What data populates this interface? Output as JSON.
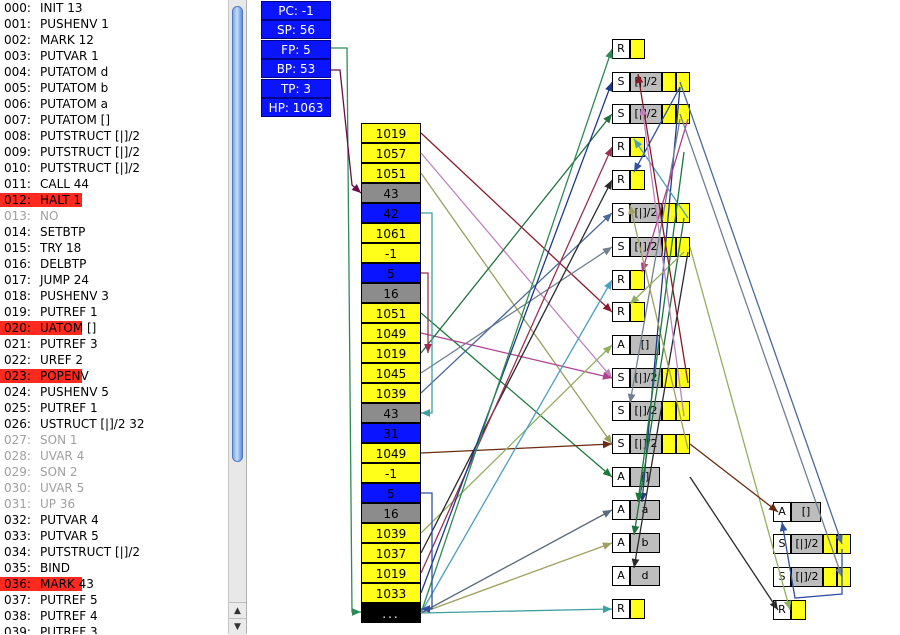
{
  "code": [
    {
      "num": "000:",
      "text": "INIT 13",
      "state": "normal"
    },
    {
      "num": "001:",
      "text": "PUSHENV 1",
      "state": "normal"
    },
    {
      "num": "002:",
      "text": "MARK 12",
      "state": "normal"
    },
    {
      "num": "003:",
      "text": "PUTVAR 1",
      "state": "normal"
    },
    {
      "num": "004:",
      "text": "PUTATOM d",
      "state": "normal"
    },
    {
      "num": "005:",
      "text": "PUTATOM b",
      "state": "normal"
    },
    {
      "num": "006:",
      "text": "PUTATOM a",
      "state": "normal"
    },
    {
      "num": "007:",
      "text": "PUTATOM []",
      "state": "normal"
    },
    {
      "num": "008:",
      "text": "PUTSTRUCT [|]/2",
      "state": "normal"
    },
    {
      "num": "009:",
      "text": "PUTSTRUCT [|]/2",
      "state": "normal"
    },
    {
      "num": "010:",
      "text": "PUTSTRUCT [|]/2",
      "state": "normal"
    },
    {
      "num": "011:",
      "text": "CALL 44",
      "state": "normal"
    },
    {
      "num": "012:",
      "text": "HALT 1",
      "state": "highlight"
    },
    {
      "num": "013:",
      "text": "NO",
      "state": "disabled"
    },
    {
      "num": "014:",
      "text": "SETBTP",
      "state": "normal"
    },
    {
      "num": "015:",
      "text": "TRY 18",
      "state": "normal"
    },
    {
      "num": "016:",
      "text": "DELBTP",
      "state": "normal"
    },
    {
      "num": "017:",
      "text": "JUMP 24",
      "state": "normal"
    },
    {
      "num": "018:",
      "text": "PUSHENV 3",
      "state": "normal"
    },
    {
      "num": "019:",
      "text": "PUTREF 1",
      "state": "normal"
    },
    {
      "num": "020:",
      "text": "UATOM []",
      "state": "highlight"
    },
    {
      "num": "021:",
      "text": "PUTREF 3",
      "state": "normal"
    },
    {
      "num": "022:",
      "text": "UREF 2",
      "state": "normal"
    },
    {
      "num": "023:",
      "text": "POPENV",
      "state": "highlight"
    },
    {
      "num": "024:",
      "text": "PUSHENV 5",
      "state": "normal"
    },
    {
      "num": "025:",
      "text": "PUTREF 1",
      "state": "normal"
    },
    {
      "num": "026:",
      "text": "USTRUCT [|]/2 32",
      "state": "normal"
    },
    {
      "num": "027:",
      "text": "SON 1",
      "state": "disabled"
    },
    {
      "num": "028:",
      "text": "UVAR 4",
      "state": "disabled"
    },
    {
      "num": "029:",
      "text": "SON 2",
      "state": "disabled"
    },
    {
      "num": "030:",
      "text": "UVAR 5",
      "state": "disabled"
    },
    {
      "num": "031:",
      "text": "UP 36",
      "state": "disabled"
    },
    {
      "num": "032:",
      "text": "PUTVAR 4",
      "state": "normal"
    },
    {
      "num": "033:",
      "text": "PUTVAR 5",
      "state": "normal"
    },
    {
      "num": "034:",
      "text": "PUTSTRUCT [|]/2",
      "state": "normal"
    },
    {
      "num": "035:",
      "text": "BIND",
      "state": "normal"
    },
    {
      "num": "036:",
      "text": "MARK 43",
      "state": "highlight"
    },
    {
      "num": "037:",
      "text": "PUTREF 5",
      "state": "normal"
    },
    {
      "num": "038:",
      "text": "PUTREF 4",
      "state": "normal"
    },
    {
      "num": "039:",
      "text": "PUTREF 3",
      "state": "normal"
    }
  ],
  "scrollbar": {
    "up_arrow": "▲",
    "down_arrow": "▼"
  },
  "registers": [
    "PC: -1",
    "SP: 56",
    "FP: 5",
    "BP: 53",
    "TP: 3",
    "HP: 1063"
  ],
  "stack": [
    {
      "value": "1019",
      "color": "yellow"
    },
    {
      "value": "1057",
      "color": "yellow"
    },
    {
      "value": "1051",
      "color": "yellow"
    },
    {
      "value": "43",
      "color": "gray"
    },
    {
      "value": "42",
      "color": "blue"
    },
    {
      "value": "1061",
      "color": "yellow"
    },
    {
      "value": "-1",
      "color": "yellow"
    },
    {
      "value": "5",
      "color": "blue"
    },
    {
      "value": "16",
      "color": "gray"
    },
    {
      "value": "1051",
      "color": "yellow"
    },
    {
      "value": "1049",
      "color": "yellow"
    },
    {
      "value": "1019",
      "color": "yellow"
    },
    {
      "value": "1045",
      "color": "yellow"
    },
    {
      "value": "1039",
      "color": "yellow"
    },
    {
      "value": "43",
      "color": "gray"
    },
    {
      "value": "31",
      "color": "blue"
    },
    {
      "value": "1049",
      "color": "yellow"
    },
    {
      "value": "-1",
      "color": "yellow"
    },
    {
      "value": "5",
      "color": "blue"
    },
    {
      "value": "16",
      "color": "gray"
    },
    {
      "value": "1039",
      "color": "yellow"
    },
    {
      "value": "1037",
      "color": "yellow"
    },
    {
      "value": "1019",
      "color": "yellow"
    },
    {
      "value": "1033",
      "color": "yellow"
    },
    {
      "value": "...",
      "color": "black"
    }
  ],
  "heap": [
    {
      "tag": "R",
      "label": "",
      "body": "yellow",
      "slots": 0
    },
    {
      "tag": "S",
      "label": "[|]/2",
      "body": "gray",
      "slots": 2
    },
    {
      "tag": "S",
      "label": "[|]/2",
      "body": "gray",
      "slots": 2
    },
    {
      "tag": "R",
      "label": "",
      "body": "yellow",
      "slots": 0
    },
    {
      "tag": "R",
      "label": "",
      "body": "yellow",
      "slots": 0
    },
    {
      "tag": "S",
      "label": "[|]/2",
      "body": "gray",
      "slots": 2
    },
    {
      "tag": "S",
      "label": "[|]/2",
      "body": "gray",
      "slots": 2
    },
    {
      "tag": "R",
      "label": "",
      "body": "yellow",
      "slots": 0
    },
    {
      "tag": "R",
      "label": "",
      "body": "yellow",
      "slots": 0
    },
    {
      "tag": "A",
      "label": "[]",
      "body": "gray",
      "slots": 0
    },
    {
      "tag": "S",
      "label": "[|]/2",
      "body": "gray",
      "slots": 2
    },
    {
      "tag": "S",
      "label": "[|]/2",
      "body": "gray",
      "slots": 2
    },
    {
      "tag": "S",
      "label": "[|]/2",
      "body": "gray",
      "slots": 2
    },
    {
      "tag": "A",
      "label": "[]",
      "body": "gray",
      "slots": 0
    },
    {
      "tag": "A",
      "label": "a",
      "body": "gray",
      "slots": 0
    },
    {
      "tag": "A",
      "label": "b",
      "body": "gray",
      "slots": 0
    },
    {
      "tag": "A",
      "label": "d",
      "body": "gray",
      "slots": 0
    },
    {
      "tag": "R",
      "label": "",
      "body": "yellow",
      "slots": 0
    }
  ],
  "heap_right": [
    {
      "tag": "A",
      "label": "[]",
      "body": "gray",
      "slots": 0
    },
    {
      "tag": "S",
      "label": "[|]/2",
      "body": "gray",
      "slots": 2
    },
    {
      "tag": "S",
      "label": "[|]/2",
      "body": "gray",
      "slots": 2
    },
    {
      "tag": "R",
      "label": "",
      "body": "yellow",
      "slots": 0
    }
  ],
  "colors": {
    "highlight": "#ff2a1f",
    "register_blue": "#0a14ff",
    "cell_yellow": "#ffff1a",
    "cell_gray": "#8c8c8c",
    "heap_gray": "#bdbdbd"
  }
}
